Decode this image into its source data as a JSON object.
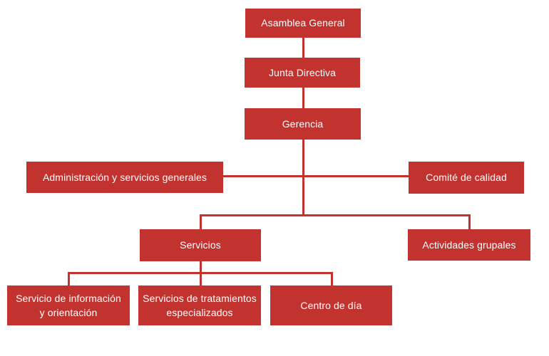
{
  "colors": {
    "accent": "#C23330",
    "label_text": "#FFFFFF",
    "background": "#FFFFFF"
  },
  "org_chart": {
    "nodes": {
      "asamblea_general": {
        "label": "Asamblea General"
      },
      "junta_directiva": {
        "label": "Junta Directiva"
      },
      "gerencia": {
        "label": "Gerencia"
      },
      "administracion_servicios_generales": {
        "label": "Administración y servicios generales"
      },
      "comite_de_calidad": {
        "label": "Comité de calidad"
      },
      "servicios": {
        "label": "Servicios"
      },
      "actividades_grupales": {
        "label": "Actividades grupales"
      },
      "servicio_informacion_orientacion": {
        "label": "Servicio de información\ny orientación"
      },
      "servicios_tratamientos_especializados": {
        "label": "Servicios de tratamientos\nespecializados"
      },
      "centro_de_dia": {
        "label": "Centro de día"
      }
    }
  }
}
